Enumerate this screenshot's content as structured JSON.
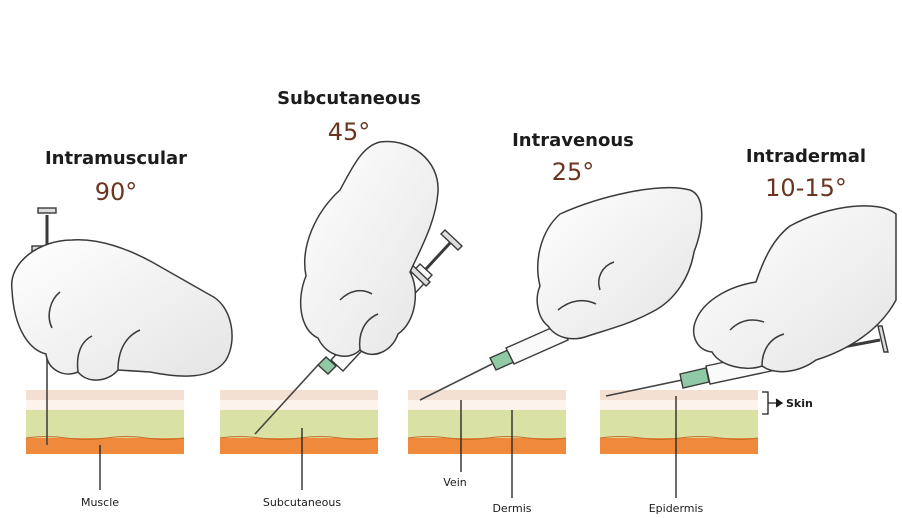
{
  "panels": [
    {
      "title": "Intramuscular",
      "angle": "90°"
    },
    {
      "title": "Subcutaneous",
      "angle": "45°"
    },
    {
      "title": "Intravenous",
      "angle": "25°"
    },
    {
      "title": "Intradermal",
      "angle": "10-15°"
    }
  ],
  "labels": {
    "muscle": "Muscle",
    "subcutaneous": "Subcutaneous",
    "vein": "Vein",
    "dermis": "Dermis",
    "epidermis": "Epidermis",
    "skin": "Skin"
  },
  "colors": {
    "epidermis": "#f4dfd3",
    "dermis": "#d9e2a4",
    "muscle": "#ef8a3c",
    "glove": "#f3f3f3",
    "outline": "#3a3a3a",
    "needle_hub": "#8fc9a6"
  }
}
